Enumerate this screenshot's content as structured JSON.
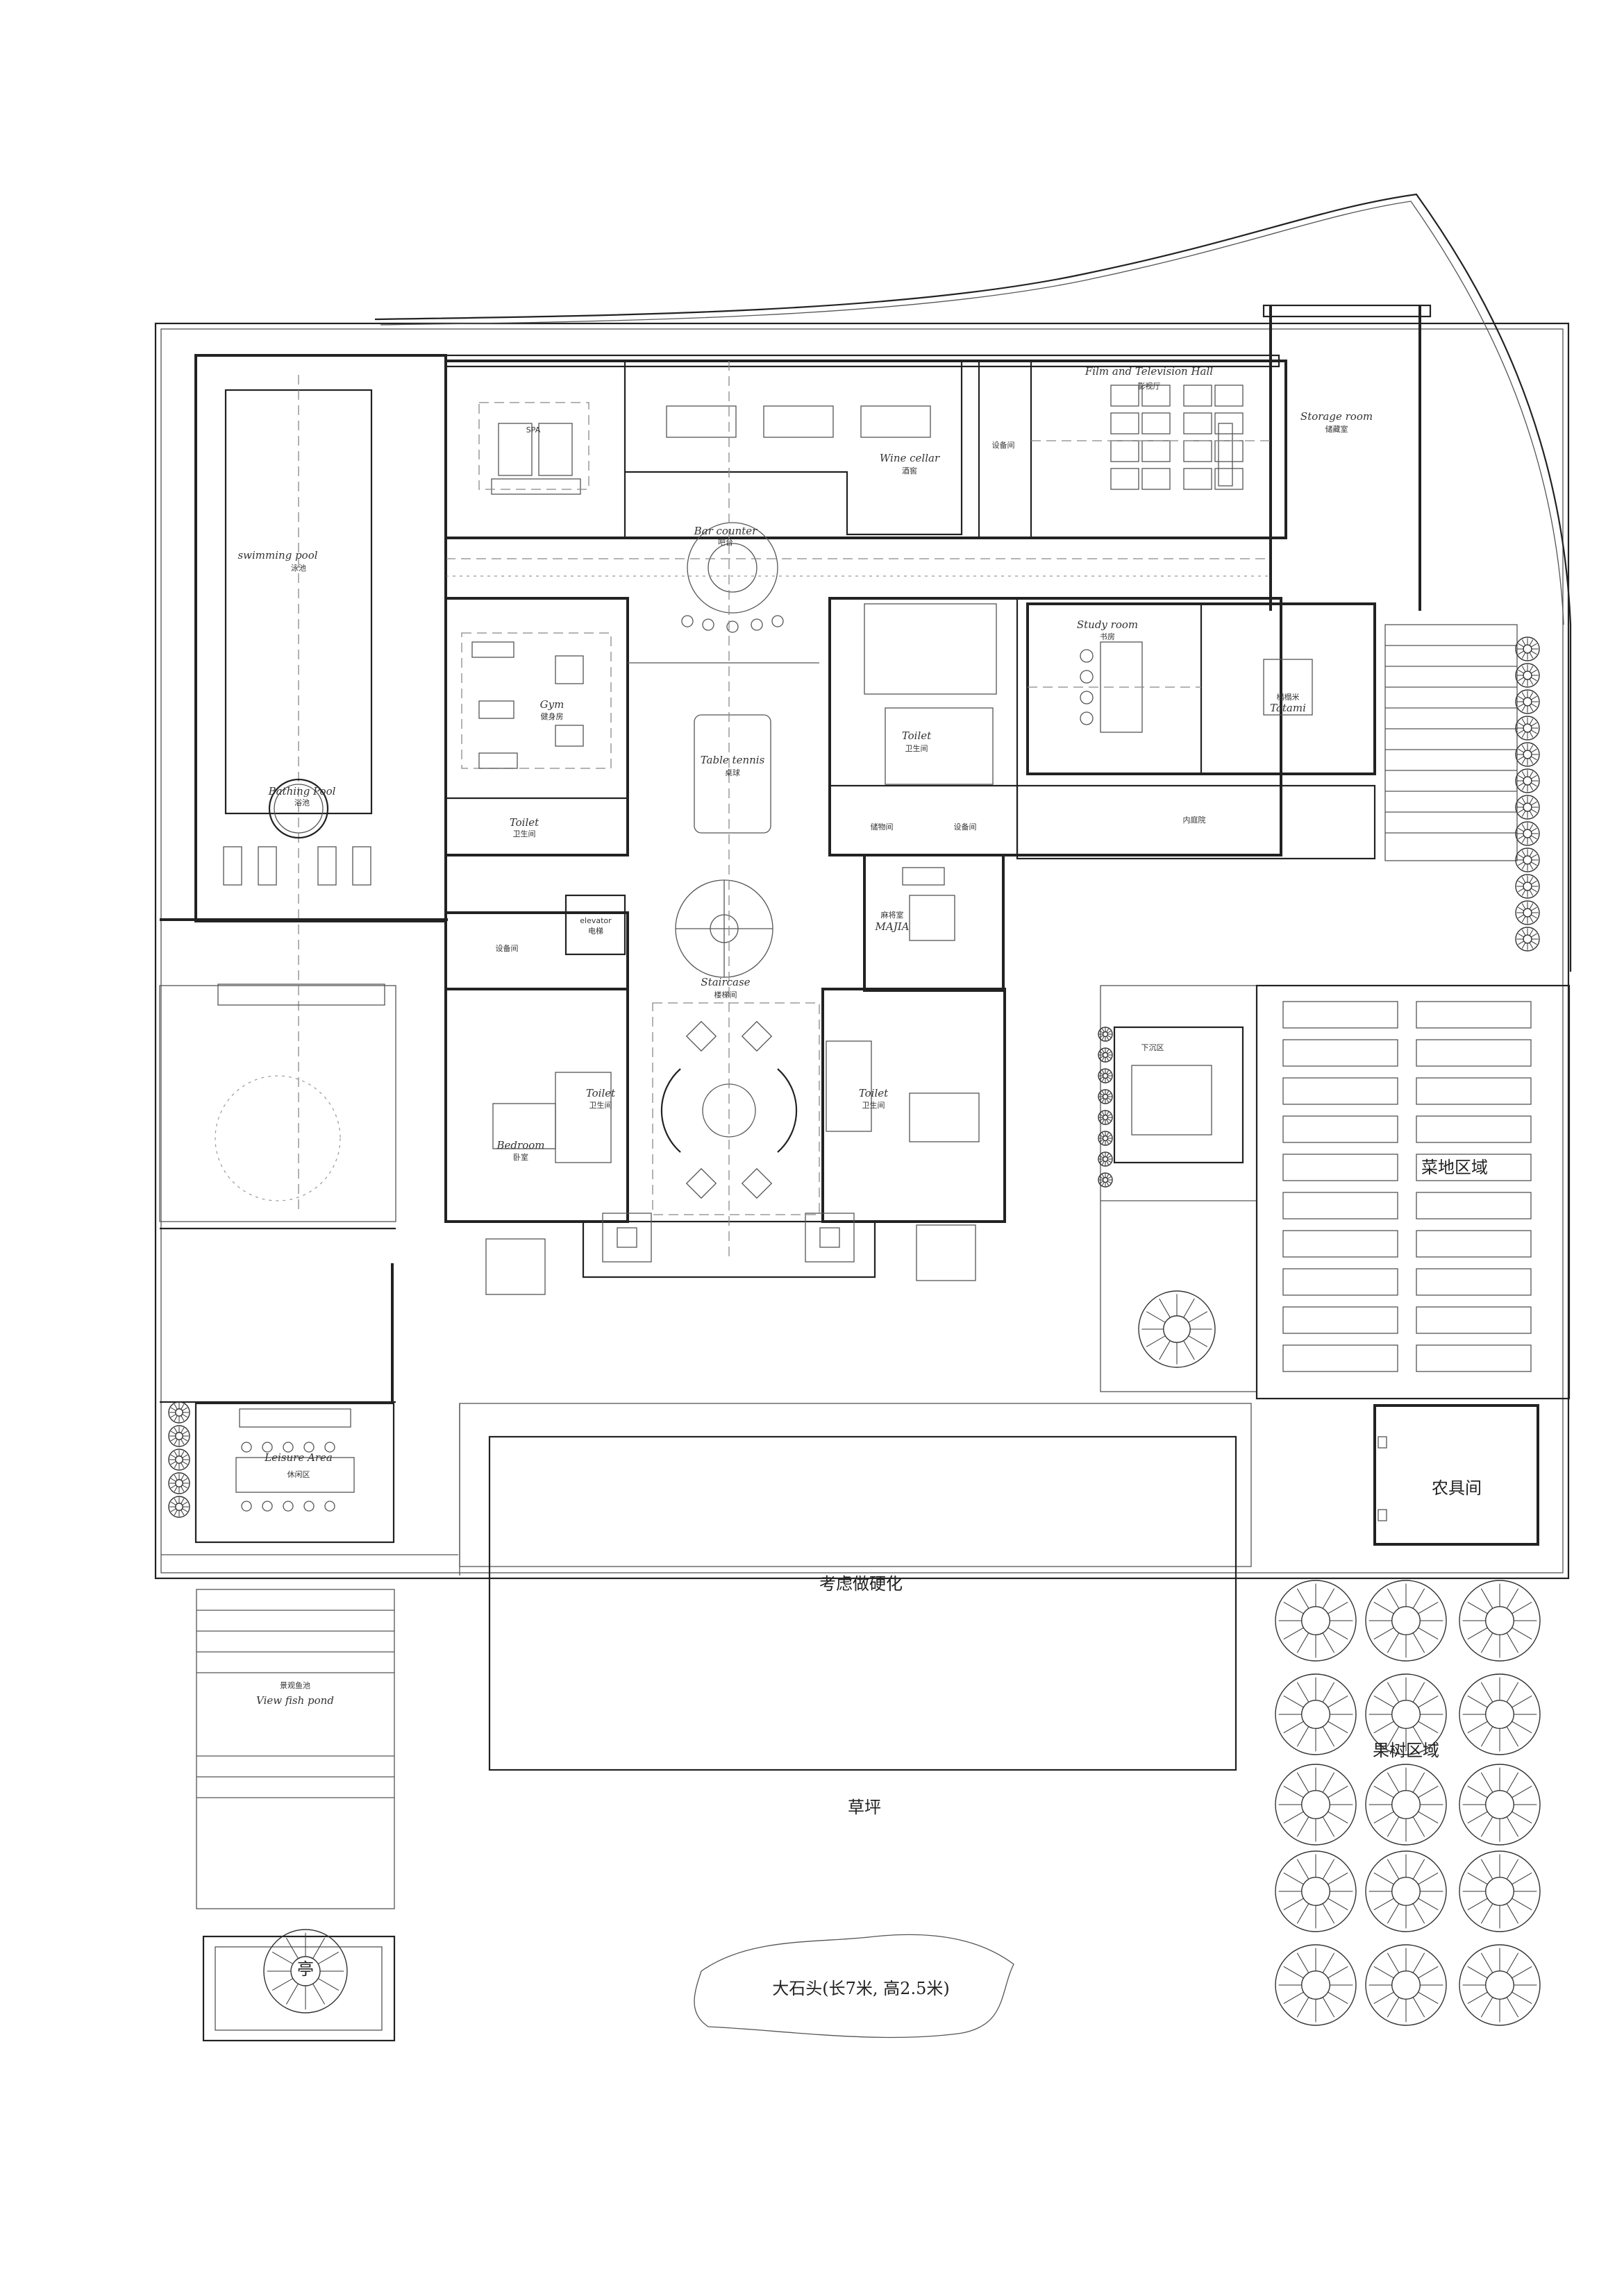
{
  "rooms": {
    "swimming_pool": {
      "en": "swimming pool",
      "cn": "泳池"
    },
    "bathing_pool": {
      "en": "Bathing Pool",
      "cn": "浴池"
    },
    "spa": {
      "en": "SPA"
    },
    "wine_cellar": {
      "en": "Wine cellar",
      "cn": "酒窖"
    },
    "equipment_room_top": {
      "cn": "设备间"
    },
    "film_hall": {
      "en": "Film and Television Hall",
      "cn": "影视厅"
    },
    "storage_room": {
      "en": "Storage room",
      "cn": "储藏室"
    },
    "bar_counter": {
      "en": "Bar counter",
      "cn": "吧台"
    },
    "gym": {
      "en": "Gym",
      "cn": "健身房"
    },
    "table_tennis": {
      "en": "Table tennis",
      "cn": "桌球"
    },
    "study_room": {
      "en": "Study room",
      "cn": "书房"
    },
    "tatami": {
      "en": "Tatami",
      "cn": "榻榻米"
    },
    "toilet_gym": {
      "en": "Toilet",
      "cn": "卫生间"
    },
    "toilet_right": {
      "en": "Toilet",
      "cn": "卫生间"
    },
    "storeroom": {
      "cn": "储物间"
    },
    "equipment_room_mid": {
      "cn": "设备间"
    },
    "inner_courtyard": {
      "cn": "内庭院"
    },
    "elevator": {
      "en": "elevator",
      "cn": "电梯"
    },
    "equipment_room_left": {
      "cn": "设备间"
    },
    "staircase": {
      "en": "Staircase",
      "cn": "楼梯间"
    },
    "mahjong": {
      "en": "MAJIA",
      "cn": "麻将室"
    },
    "bedroom": {
      "en": "Bedroom",
      "cn": "卧室"
    },
    "toilet_bed_left": {
      "en": "Toilet",
      "cn": "卫生间"
    },
    "toilet_bed_right": {
      "en": "Toilet",
      "cn": "卫生间"
    },
    "sunken_area": {
      "cn": "下沉区"
    },
    "vegetable_area": {
      "cn": "菜地区域"
    },
    "leisure_area": {
      "en": "Leisure Area",
      "cn": "休闲区"
    },
    "tool_room": {
      "cn": "农具间"
    },
    "hardening": {
      "cn": "考虑做硬化"
    },
    "lawn": {
      "cn": "草坪"
    },
    "fish_pond": {
      "en": "View fish pond",
      "cn": "景观鱼池"
    },
    "big_stone": {
      "cn": "大石头(长7米, 高2.5米)"
    },
    "fruit_area": {
      "cn": "果树区域"
    },
    "pavilion": {
      "cn": "亭"
    }
  }
}
